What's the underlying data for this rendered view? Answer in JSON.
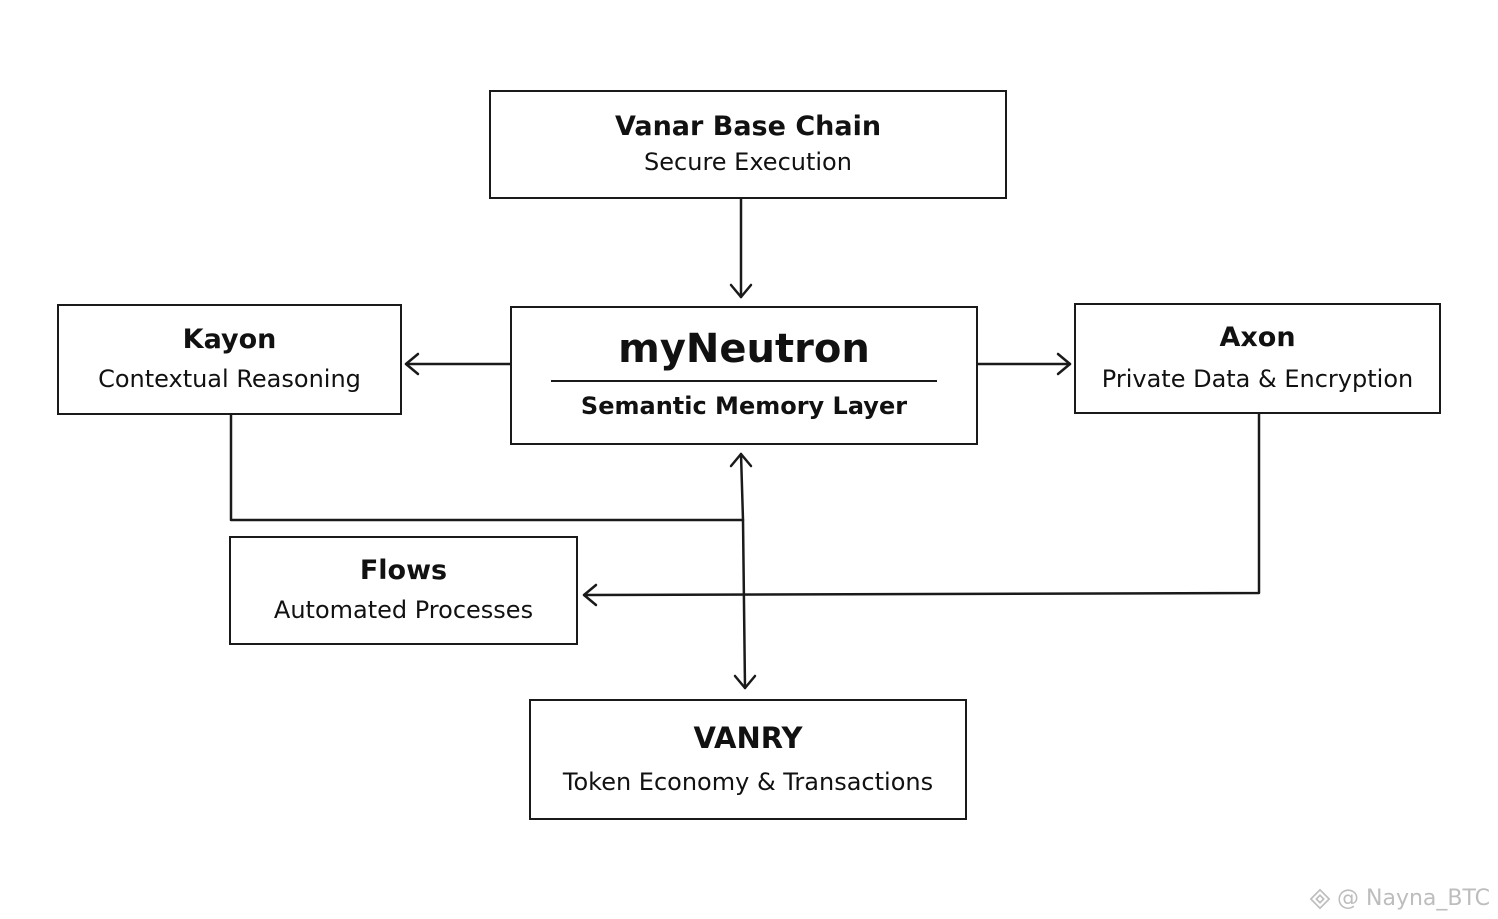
{
  "nodes": {
    "base": {
      "title": "Vanar Base Chain",
      "subtitle": "Secure Execution"
    },
    "kayon": {
      "title": "Kayon",
      "subtitle": "Contextual Reasoning"
    },
    "core": {
      "title": "myNeutron",
      "subtitle": "Semantic Memory Layer"
    },
    "axon": {
      "title": "Axon",
      "subtitle": "Private Data & Encryption"
    },
    "flows": {
      "title": "Flows",
      "subtitle": "Automated Processes"
    },
    "vanry": {
      "title": "VANRY",
      "subtitle": "Token Economy & Transactions"
    }
  },
  "edges": [
    {
      "from": "base",
      "to": "core",
      "style": "arrow"
    },
    {
      "from": "core",
      "to": "kayon",
      "style": "arrow"
    },
    {
      "from": "core",
      "to": "axon",
      "style": "arrow"
    },
    {
      "from": "kayon",
      "to": "core",
      "style": "elbow-line"
    },
    {
      "from": "axon",
      "to": "flows",
      "style": "elbow-arrow"
    },
    {
      "from": "core",
      "to": "vanry",
      "style": "bidirectional-arrow"
    }
  ],
  "watermark": {
    "text": "@ Nayna_BTC",
    "icon": "binance-diamond-icon"
  },
  "colors": {
    "stroke": "#1a1a1a",
    "background": "#ffffff",
    "watermark": "#bdbdbd"
  }
}
